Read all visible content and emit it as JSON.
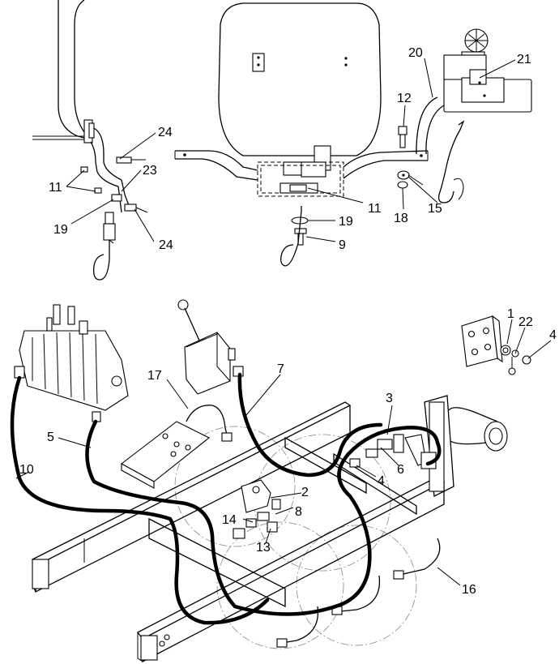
{
  "callouts": [
    {
      "id": "c24a",
      "text": "24"
    },
    {
      "id": "c23",
      "text": "23"
    },
    {
      "id": "c11a",
      "text": "11"
    },
    {
      "id": "c19a",
      "text": "19"
    },
    {
      "id": "c24b",
      "text": "24"
    },
    {
      "id": "c20",
      "text": "20"
    },
    {
      "id": "c21",
      "text": "21"
    },
    {
      "id": "c12",
      "text": "12"
    },
    {
      "id": "c11b",
      "text": "11"
    },
    {
      "id": "c19b",
      "text": "19"
    },
    {
      "id": "c9",
      "text": "9"
    },
    {
      "id": "c15",
      "text": "15"
    },
    {
      "id": "c18",
      "text": "18"
    },
    {
      "id": "c1",
      "text": "1"
    },
    {
      "id": "c22",
      "text": "22"
    },
    {
      "id": "c4a",
      "text": "4"
    },
    {
      "id": "c17",
      "text": "17"
    },
    {
      "id": "c7",
      "text": "7"
    },
    {
      "id": "c3",
      "text": "3"
    },
    {
      "id": "c5",
      "text": "5"
    },
    {
      "id": "c10",
      "text": "10"
    },
    {
      "id": "c6",
      "text": "6"
    },
    {
      "id": "c4b",
      "text": "4"
    },
    {
      "id": "c2",
      "text": "2"
    },
    {
      "id": "c8",
      "text": "8"
    },
    {
      "id": "c14",
      "text": "14"
    },
    {
      "id": "c13",
      "text": "13"
    },
    {
      "id": "c16",
      "text": "16"
    }
  ]
}
